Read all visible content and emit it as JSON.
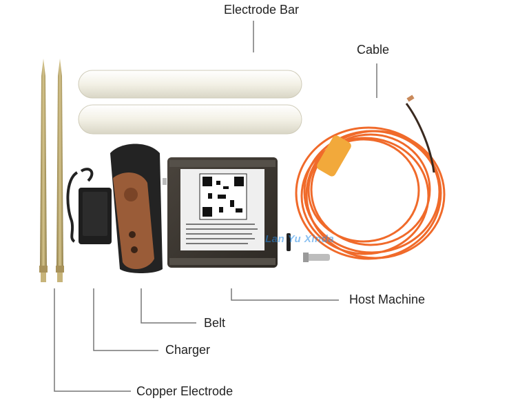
{
  "labels": {
    "electrode_bar": "Electrode Bar",
    "cable": "Cable",
    "host_machine": "Host Machine",
    "belt": "Belt",
    "charger": "Charger",
    "copper_electrode": "Copper Electrode"
  },
  "watermark": "Lan Yu Xinda",
  "colors": {
    "cable": "#f06a2a",
    "electrode_bar": "#f3f1e6",
    "copper": "#b8a46a",
    "belt_leather": "#9a5c38",
    "host_case": "#3a3530",
    "leader_line": "#777777"
  }
}
